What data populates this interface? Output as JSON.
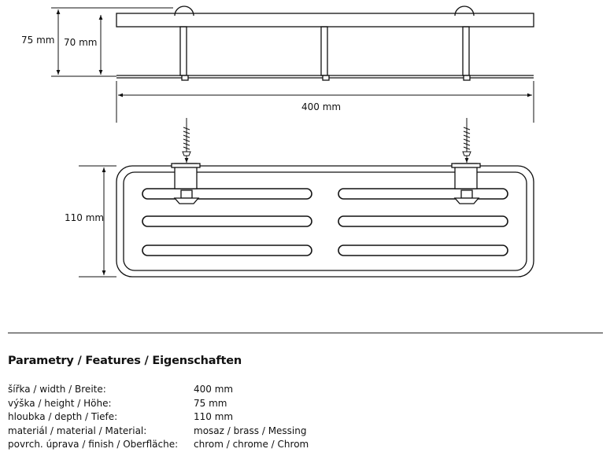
{
  "drawing": {
    "dim_total_height": "75 mm",
    "dim_shelf_height": "70 mm",
    "dim_width": "400 mm",
    "dim_depth": "110 mm"
  },
  "features": {
    "title": "Parametry / Features / Eigenschaften",
    "rows": [
      {
        "label": "šířka / width / Breite:",
        "value": "400 mm"
      },
      {
        "label": "výška / height / Höhe:",
        "value": "75 mm"
      },
      {
        "label": "hloubka / depth / Tiefe:",
        "value": "110 mm"
      },
      {
        "label": "materiál / material / Material:",
        "value": "mosaz / brass / Messing"
      },
      {
        "label": "povrch. úprava / finish / Oberfläche:",
        "value": "chrom / chrome / Chrom"
      }
    ]
  }
}
